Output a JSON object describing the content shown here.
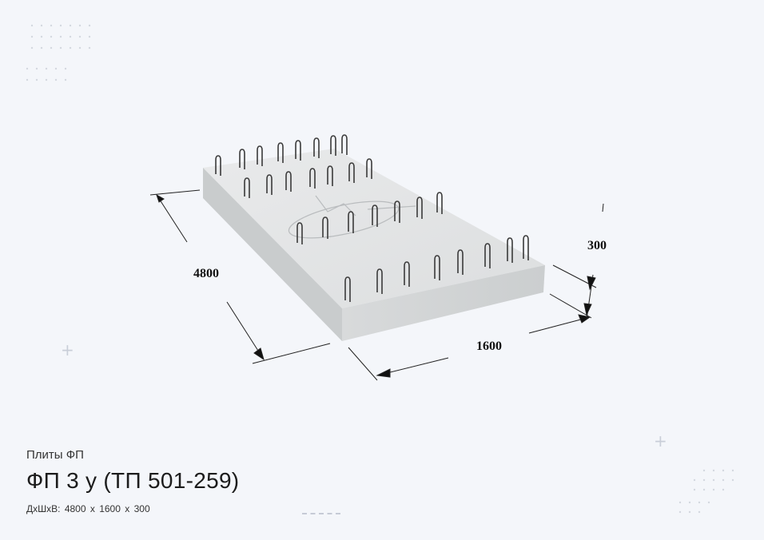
{
  "product": {
    "category": "Плиты ФП",
    "title": "ФП 3 у (ТП 501-259)",
    "dims_label": "ДхШхВ:",
    "length": "4800",
    "width": "1600",
    "height": "300",
    "sep": "x"
  },
  "drawing": {
    "length_label": "4800",
    "width_label": "1600",
    "height_label": "300"
  },
  "colors": {
    "background": "#f4f6fa",
    "concrete_top": "#e2e4e5",
    "concrete_front": "#d3d5d6",
    "concrete_side": "#c5c8c9",
    "rebar": "#3a3a3a"
  }
}
